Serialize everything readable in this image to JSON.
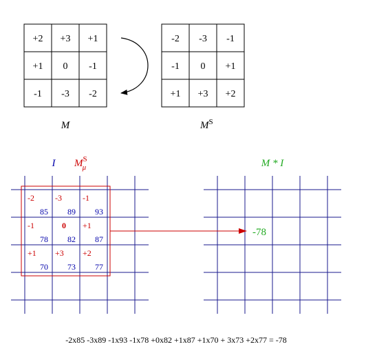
{
  "colors": {
    "black": "#000000",
    "red": "#cc0000",
    "blue": "#0000aa",
    "green": "#22aa22",
    "grid": "#1a1a8c"
  },
  "labels": {
    "m": "M",
    "ms_base": "M",
    "ms_sup": "S",
    "i": "I",
    "msmu_base": "M",
    "msmu_sup": "S",
    "msmu_sub": "μ",
    "conv": "M * I",
    "result": "-78",
    "equation": "-2x85 -3x89 -1x93 -1x78 +0x82 +1x87 +1x70 + 3x73 +2x77 = -78"
  },
  "matrix_m": [
    [
      "+2",
      "+3",
      "+1"
    ],
    [
      "+1",
      "0",
      "-1"
    ],
    [
      "-1",
      "-3",
      "-2"
    ]
  ],
  "matrix_ms": [
    [
      "-2",
      "-3",
      "-1"
    ],
    [
      "-1",
      "0",
      "+1"
    ],
    [
      "+1",
      "+3",
      "+2"
    ]
  ],
  "overlay_kernel": [
    [
      "-2",
      "-3",
      "-1"
    ],
    [
      "-1",
      "0",
      "+1"
    ],
    [
      "+1",
      "+3",
      "+2"
    ]
  ],
  "overlay_image": [
    [
      "85",
      "89",
      "93"
    ],
    [
      "78",
      "82",
      "87"
    ],
    [
      "70",
      "73",
      "77"
    ]
  ]
}
